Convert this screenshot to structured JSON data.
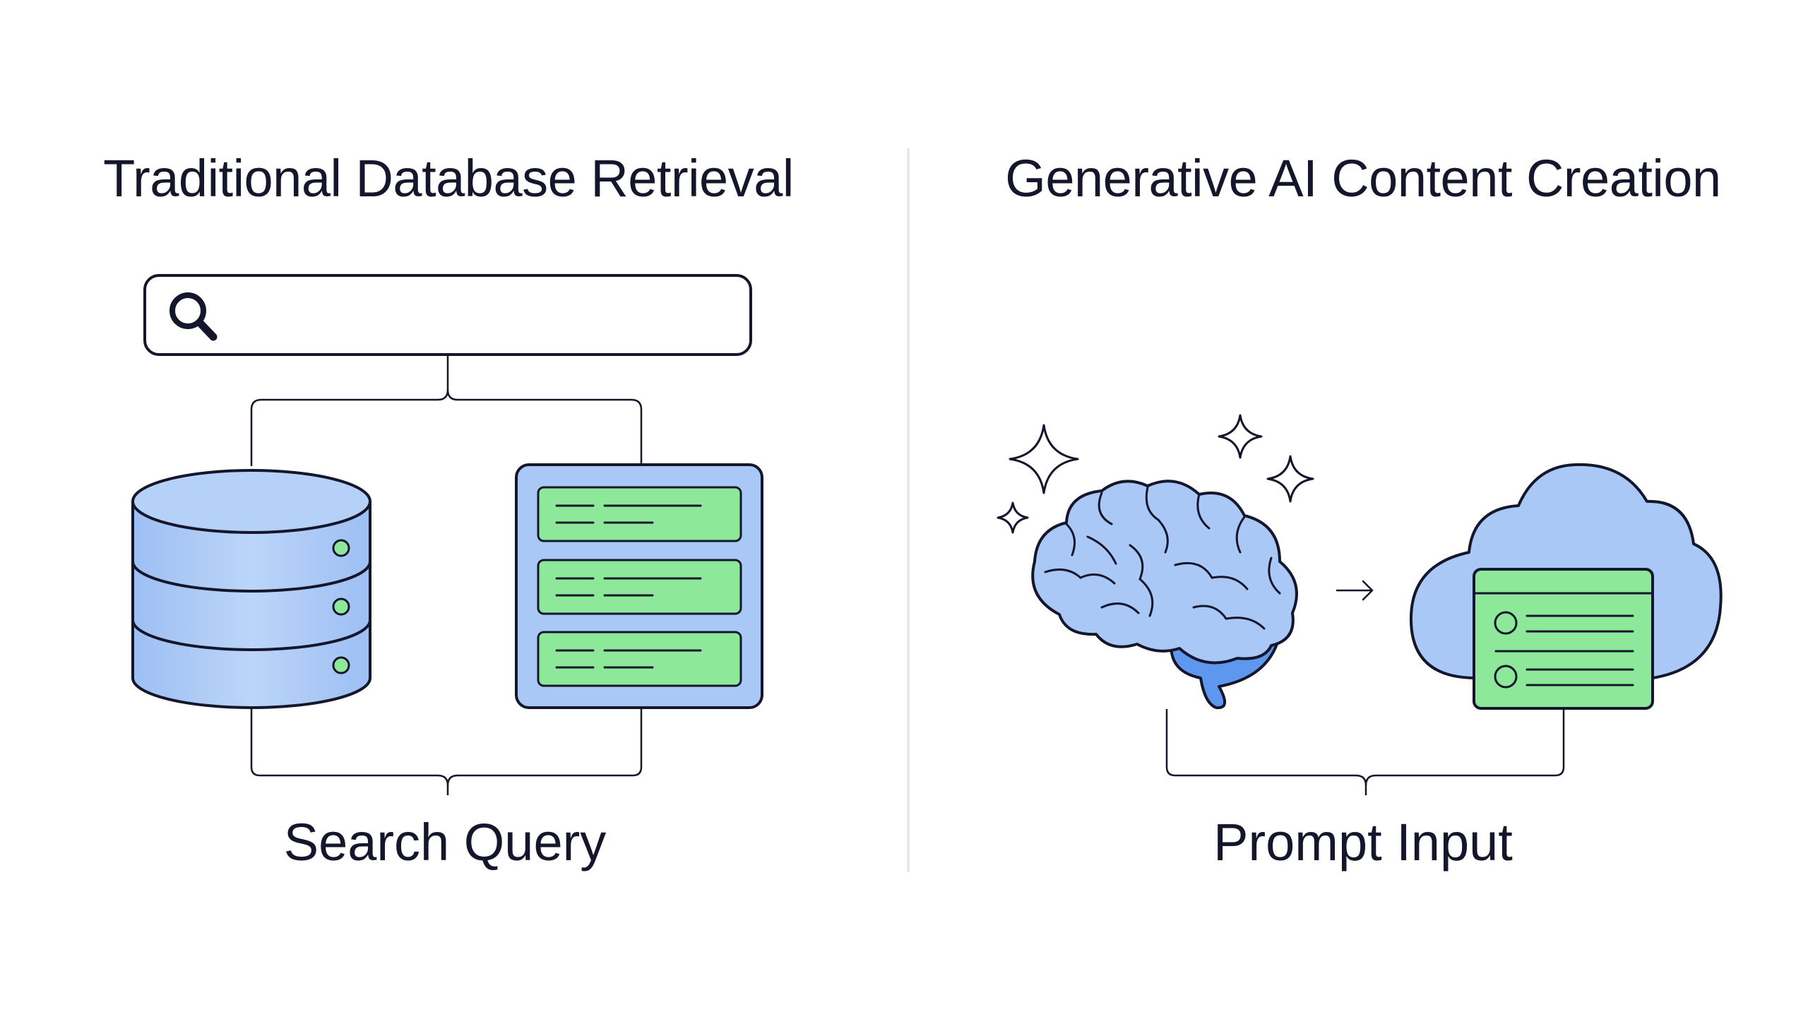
{
  "left_panel": {
    "title": "Traditional Database Retrieval",
    "caption": "Search Query"
  },
  "right_panel": {
    "title": "Generative AI Content Creation",
    "caption": "Prompt Input"
  },
  "colors": {
    "stroke": "#14162b",
    "blue_fill": "#a9c8f5",
    "blue_dark": "#5e98ee",
    "green_fill": "#8ee89a",
    "divider": "#e3e3e3"
  },
  "icons": [
    "search-icon",
    "database-icon",
    "document-list-icon",
    "sparkle-icon",
    "brain-icon",
    "arrow-right-icon",
    "cloud-document-icon"
  ]
}
